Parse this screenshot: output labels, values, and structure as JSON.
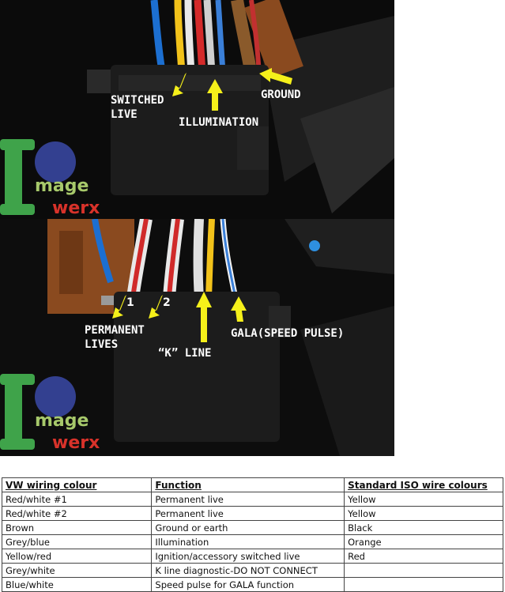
{
  "photo1": {
    "labels": {
      "switched_live": [
        "SWITCHED",
        "LIVE"
      ],
      "illumination": "ILLUMINATION",
      "ground": "GROUND"
    },
    "watermark": [
      "mage",
      "werx"
    ]
  },
  "photo2": {
    "labels": {
      "permanent_lives": [
        "PERMANENT",
        "LIVES"
      ],
      "k_line": "“K” LINE",
      "gala": "GALA(SPEED PULSE)",
      "pin1": "1",
      "pin2": "2"
    },
    "watermark": [
      "mage",
      "werx"
    ]
  },
  "table": {
    "headers": [
      "VW wiring colour",
      "Function",
      "Standard ISO wire colours"
    ],
    "rows": [
      [
        "Red/white #1",
        "Permanent live",
        "Yellow"
      ],
      [
        "Red/white #2",
        "Permanent live",
        "Yellow"
      ],
      [
        "Brown",
        "Ground or earth",
        "Black"
      ],
      [
        "Grey/blue",
        "Illumination",
        "Orange"
      ],
      [
        "Yellow/red",
        "Ignition/accessory switched live",
        "Red"
      ],
      [
        "Grey/white",
        "K line diagnostic-DO NOT CONNECT",
        ""
      ],
      [
        "Blue/white",
        "Speed pulse for GALA function",
        ""
      ]
    ]
  },
  "colors": {
    "arrow": "#f5f01a",
    "connector": "#1c1c1c",
    "watermark_green": "#3fa34a",
    "watermark_red": "#d8322a"
  }
}
